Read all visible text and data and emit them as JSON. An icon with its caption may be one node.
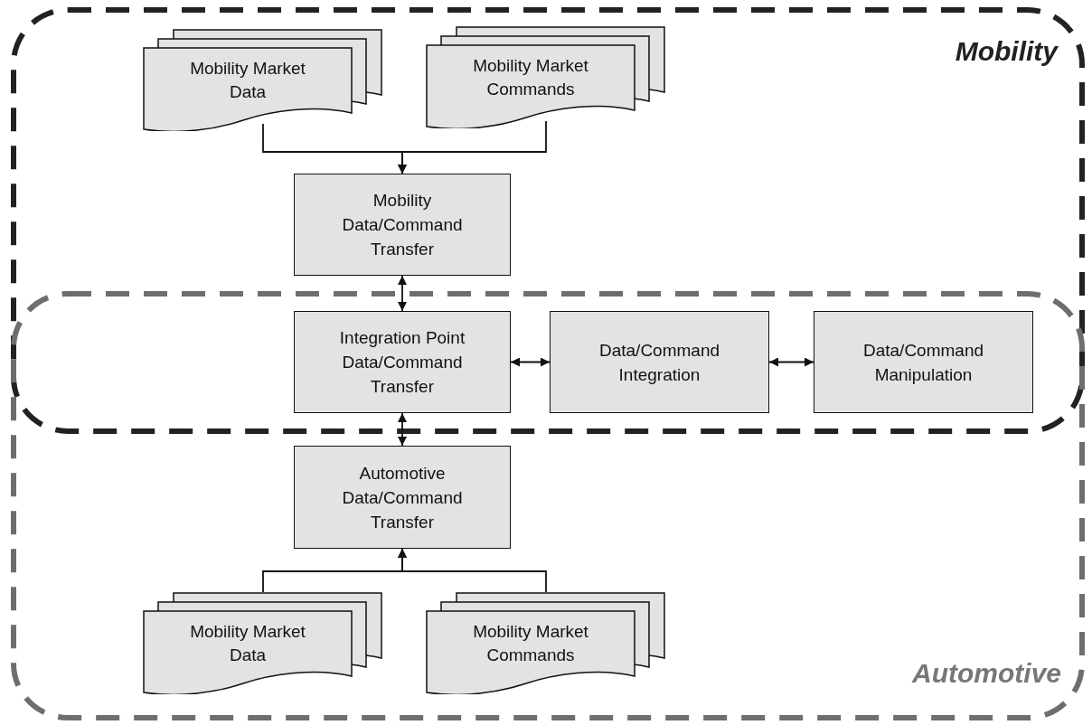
{
  "diagram": {
    "nodes": [
      {
        "text": [
          "Mobility"
        ]
      },
      {
        "text": [
          "Automotive"
        ]
      },
      {
        "text": [
          "Mobility Market Data"
        ],
        "in": 0
      },
      {
        "text": [
          "Mobility Market Commands"
        ],
        "in": 0
      },
      {
        "text": [
          "Mobility Data/Command Transfer"
        ],
        "in": 0
      },
      {
        "text": [
          "Integration Point Data/Command Transfer"
        ]
      },
      {
        "text": [
          "Data/Command Integration"
        ]
      },
      {
        "text": [
          "Data/Command Manipulation"
        ]
      },
      {
        "text": [
          "Automotive Data/Command Transfer"
        ],
        "in": 1
      },
      {
        "text": [
          "Mobility Market Data"
        ],
        "in": 1
      },
      {
        "text": [
          "Mobility Market Commands"
        ],
        "in": 1
      }
    ],
    "edges": [
      {
        "from": 2,
        "to": 4,
        "arrow": "to"
      },
      {
        "from": 3,
        "to": 4,
        "arrow": "to"
      },
      {
        "from": 4,
        "to": 5,
        "arrow": "both"
      },
      {
        "from": 5,
        "to": 6,
        "arrow": "both"
      },
      {
        "from": 6,
        "to": 7,
        "arrow": "both"
      },
      {
        "from": 5,
        "to": 8,
        "arrow": "both"
      },
      {
        "from": 9,
        "to": 8,
        "arrow": "to"
      },
      {
        "from": 10,
        "to": 8,
        "arrow": "to"
      }
    ]
  }
}
